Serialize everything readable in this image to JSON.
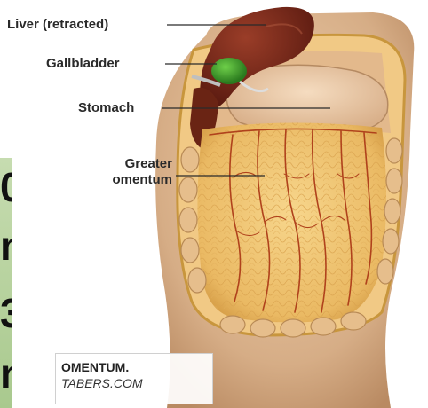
{
  "labels": {
    "liver": "Liver (retracted)",
    "gallbladder": "Gallbladder",
    "stomach": "Stomach",
    "omentum_line1": "Greater",
    "omentum_line2": "omentum"
  },
  "caption": {
    "title": "OMENTUM.",
    "source": "TABERS.COM"
  },
  "side_glyphs": [
    "0",
    "n",
    "3",
    "n"
  ],
  "colors": {
    "liver": "#7a2a1c",
    "gallbladder": "#3a9a2a",
    "stomach": "#e9c9a6",
    "omentum": "#f0c070",
    "vessels": "#b0421c",
    "skin": "#d9b48f",
    "side_band": "#b5d29a"
  }
}
